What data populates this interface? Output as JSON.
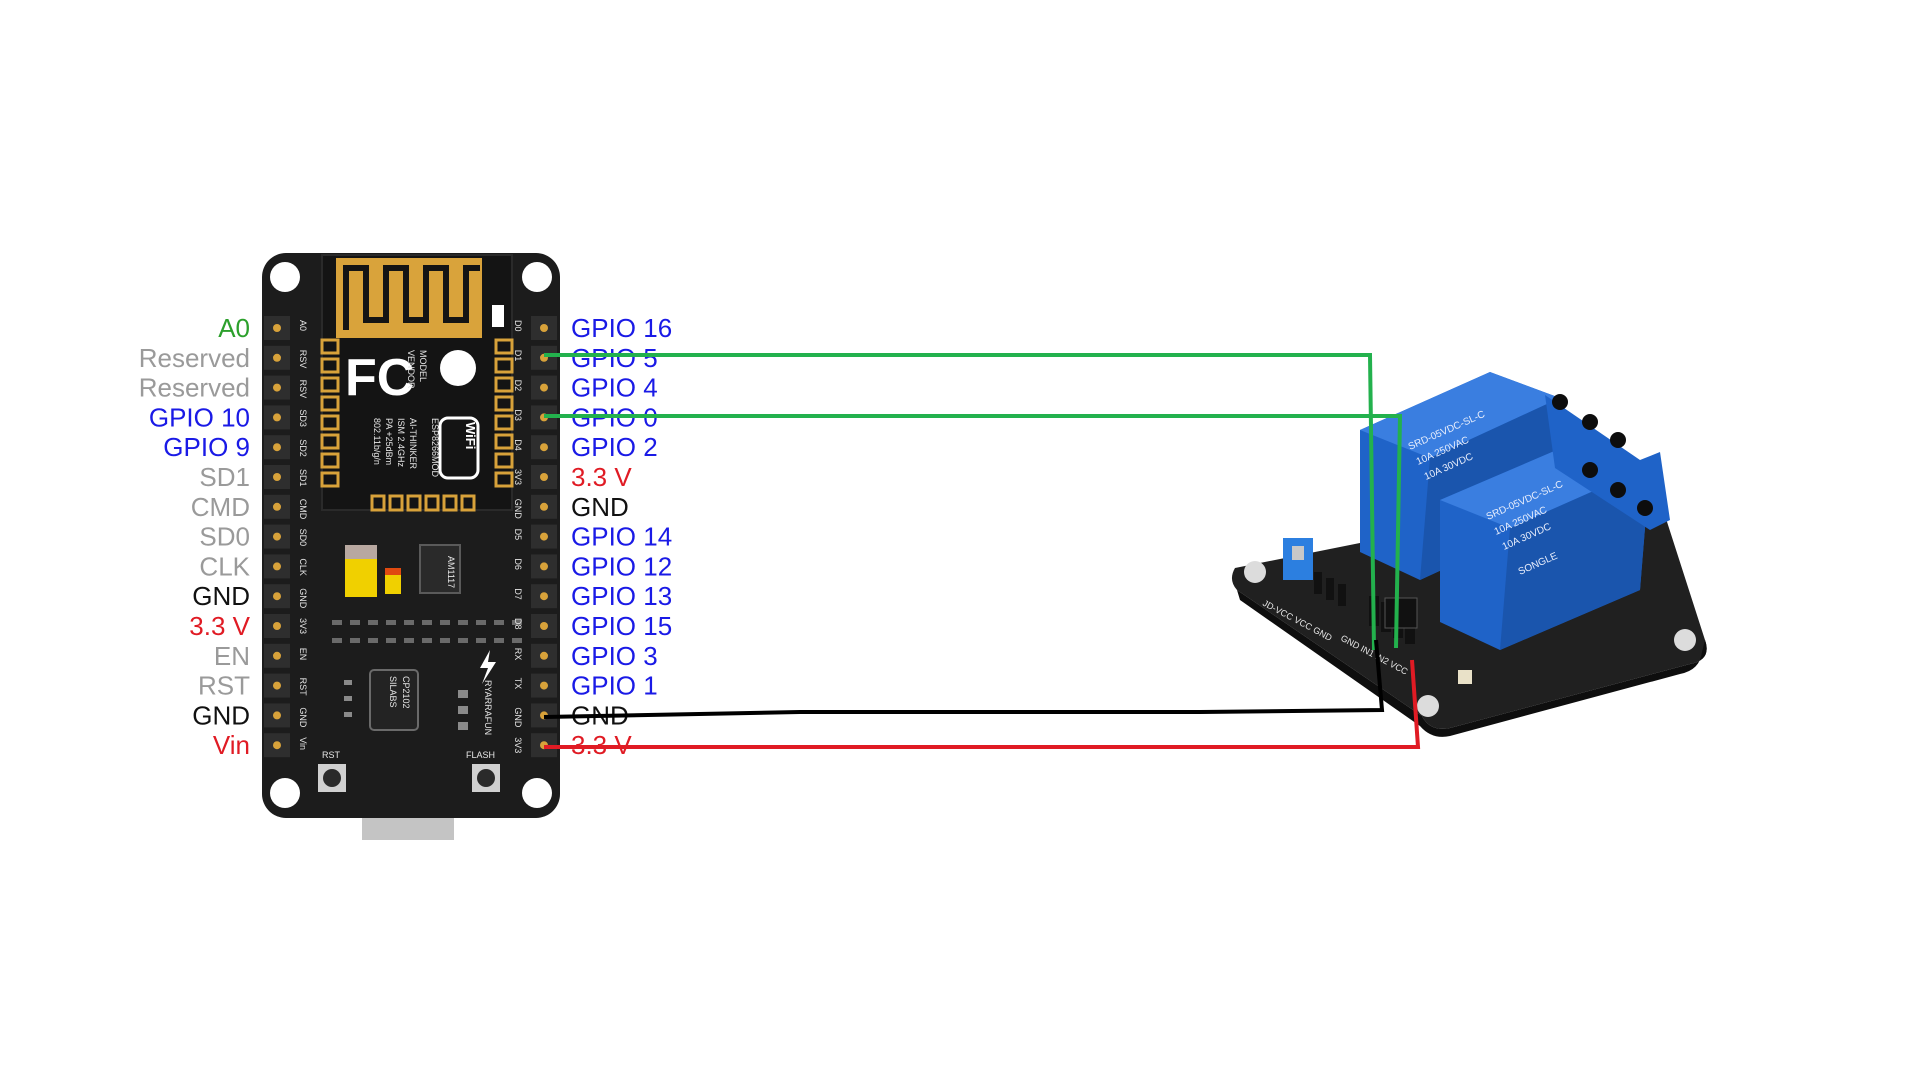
{
  "colors": {
    "board": "#1c1c1c",
    "gold": "#d8a23a",
    "wire_green": "#23b14d",
    "wire_black": "#000000",
    "wire_red": "#e01b24",
    "relay_blue": "#1f63c8",
    "label_green": "#2ca02c",
    "label_gray": "#9a9a9a",
    "label_blue": "#1a1ae6",
    "label_red": "#e01b24",
    "label_black": "#111111"
  },
  "left_pins": [
    {
      "label": "A0",
      "silk": "A0",
      "color": "#2ca02c"
    },
    {
      "label": "Reserved",
      "silk": "RSV",
      "color": "#9a9a9a"
    },
    {
      "label": "Reserved",
      "silk": "RSV",
      "color": "#9a9a9a"
    },
    {
      "label": "GPIO 10",
      "silk": "SD3",
      "color": "#1a1ae6"
    },
    {
      "label": "GPIO 9",
      "silk": "SD2",
      "color": "#1a1ae6"
    },
    {
      "label": "SD1",
      "silk": "SD1",
      "color": "#9a9a9a"
    },
    {
      "label": "CMD",
      "silk": "CMD",
      "color": "#9a9a9a"
    },
    {
      "label": "SD0",
      "silk": "SD0",
      "color": "#9a9a9a"
    },
    {
      "label": "CLK",
      "silk": "CLK",
      "color": "#9a9a9a"
    },
    {
      "label": "GND",
      "silk": "GND",
      "color": "#111111"
    },
    {
      "label": "3.3 V",
      "silk": "3V3",
      "color": "#e01b24"
    },
    {
      "label": "EN",
      "silk": "EN",
      "color": "#9a9a9a"
    },
    {
      "label": "RST",
      "silk": "RST",
      "color": "#9a9a9a"
    },
    {
      "label": "GND",
      "silk": "GND",
      "color": "#111111"
    },
    {
      "label": "Vin",
      "silk": "Vin",
      "color": "#e01b24"
    }
  ],
  "right_pins": [
    {
      "label": "GPIO 16",
      "silk": "D0",
      "color": "#1a1ae6"
    },
    {
      "label": "GPIO 5",
      "silk": "D1",
      "color": "#1a1ae6"
    },
    {
      "label": "GPIO 4",
      "silk": "D2",
      "color": "#1a1ae6"
    },
    {
      "label": "GPIO 0",
      "silk": "D3",
      "color": "#1a1ae6"
    },
    {
      "label": "GPIO 2",
      "silk": "D4",
      "color": "#1a1ae6"
    },
    {
      "label": "3.3 V",
      "silk": "3V3",
      "color": "#e01b24"
    },
    {
      "label": "GND",
      "silk": "GND",
      "color": "#111111"
    },
    {
      "label": "GPIO 14",
      "silk": "D5",
      "color": "#1a1ae6"
    },
    {
      "label": "GPIO 12",
      "silk": "D6",
      "color": "#1a1ae6"
    },
    {
      "label": "GPIO 13",
      "silk": "D7",
      "color": "#1a1ae6"
    },
    {
      "label": "GPIO 15",
      "silk": "D8",
      "color": "#1a1ae6"
    },
    {
      "label": "GPIO 3",
      "silk": "RX",
      "color": "#1a1ae6"
    },
    {
      "label": "GPIO 1",
      "silk": "TX",
      "color": "#1a1ae6"
    },
    {
      "label": "GND",
      "silk": "GND",
      "color": "#111111"
    },
    {
      "label": "3.3 V",
      "silk": "3V3",
      "color": "#e01b24"
    }
  ],
  "board_silk": {
    "model": "MODEL",
    "vendor": "VENDOR",
    "module": "ESP8266MOD",
    "maker": "AI-THINKER",
    "ism": "ISM 2.4GHz",
    "pa": "PA +25dBm",
    "wifi_std": "802.11b/g/n",
    "wifi_logo": "WiFi",
    "fc_logo": "FC",
    "regulator": "AM1117",
    "usb_chip_1": "SILABS",
    "usb_chip_2": "CP2102",
    "brand": "RYARRAFUN",
    "rst_button": "RST",
    "flash_button": "FLASH"
  },
  "relay_silk": {
    "model": "SRD-05VDC-SL-C",
    "brand": "SONGLE",
    "rating_1": "10A 250VAC",
    "rating_2": "10A 30VDC",
    "header_left": "JD-VCC VCC GND",
    "header_pins": "GND IN1 IN2 VCC"
  }
}
